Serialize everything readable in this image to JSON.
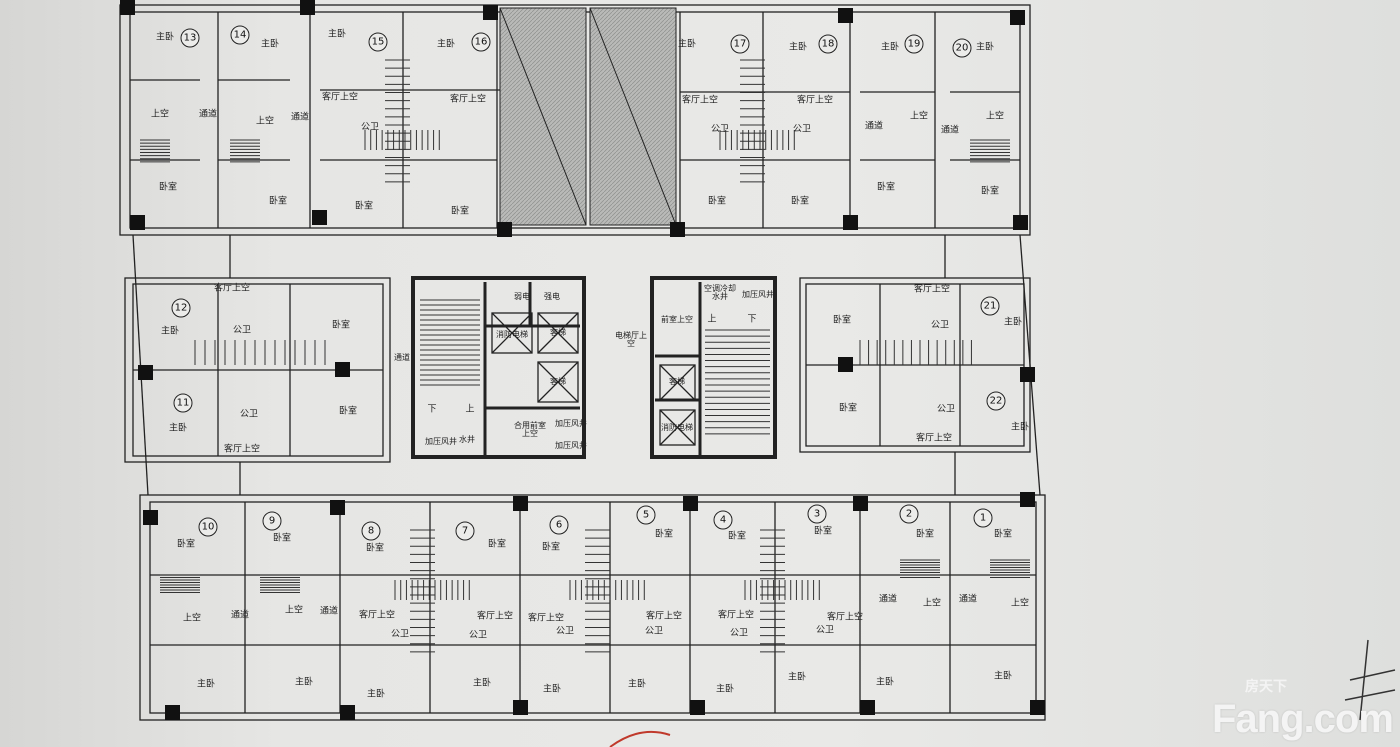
{
  "plan": {
    "units": [
      {
        "number": "13",
        "rooms": [
          "主卧",
          "上空",
          "通道",
          "卧室"
        ]
      },
      {
        "number": "14",
        "rooms": [
          "主卧",
          "上空",
          "通道",
          "卧室"
        ]
      },
      {
        "number": "15",
        "rooms": [
          "主卧",
          "客厅上空",
          "公卫",
          "卧室"
        ]
      },
      {
        "number": "16",
        "rooms": [
          "主卧",
          "客厅上空",
          "卧室"
        ]
      },
      {
        "number": "17",
        "rooms": [
          "主卧",
          "客厅上空",
          "公卫",
          "卧室"
        ]
      },
      {
        "number": "18",
        "rooms": [
          "主卧",
          "客厅上空",
          "公卫",
          "卧室"
        ]
      },
      {
        "number": "19",
        "rooms": [
          "主卧",
          "通道",
          "上空",
          "卧室"
        ]
      },
      {
        "number": "20",
        "rooms": [
          "主卧",
          "通道",
          "上空",
          "卧室"
        ]
      },
      {
        "number": "12",
        "rooms": [
          "主卧",
          "客厅上空",
          "公卫",
          "卧室"
        ]
      },
      {
        "number": "11",
        "rooms": [
          "主卧",
          "公卫",
          "卧室",
          "客厅上空"
        ]
      },
      {
        "number": "21",
        "rooms": [
          "主卧",
          "客厅上空",
          "公卫",
          "卧室"
        ]
      },
      {
        "number": "22",
        "rooms": [
          "主卧",
          "公卫",
          "卧室",
          "客厅上空"
        ]
      },
      {
        "number": "10",
        "rooms": [
          "卧室",
          "上空",
          "主卧"
        ]
      },
      {
        "number": "9",
        "rooms": [
          "卧室",
          "通道",
          "上空",
          "主卧"
        ]
      },
      {
        "number": "8",
        "rooms": [
          "卧室",
          "通道",
          "客厅上空",
          "公卫",
          "主卧"
        ]
      },
      {
        "number": "7",
        "rooms": [
          "卧室",
          "客厅上空",
          "公卫",
          "主卧"
        ]
      },
      {
        "number": "6",
        "rooms": [
          "卧室",
          "客厅上空",
          "公卫",
          "主卧"
        ]
      },
      {
        "number": "5",
        "rooms": [
          "卧室",
          "客厅上空",
          "公卫",
          "主卧"
        ]
      },
      {
        "number": "4",
        "rooms": [
          "卧室",
          "客厅上空",
          "公卫",
          "主卧"
        ]
      },
      {
        "number": "3",
        "rooms": [
          "卧室",
          "客厅上空",
          "公卫",
          "主卧"
        ]
      },
      {
        "number": "2",
        "rooms": [
          "卧室",
          "通道",
          "上空",
          "主卧"
        ]
      },
      {
        "number": "1",
        "rooms": [
          "卧室",
          "通道",
          "上空",
          "主卧"
        ]
      }
    ],
    "core": [
      "弱电",
      "强电",
      "消防电梯",
      "客梯",
      "客梯",
      "合用前室上空",
      "加压风井",
      "水井",
      "加压风井",
      "加压风井",
      "电梯厅上空",
      "前室上空",
      "空调冷却水井",
      "加压风井",
      "客梯",
      "消防电梯",
      "通道"
    ],
    "stair_marks": [
      "上",
      "下"
    ]
  },
  "watermark": {
    "cn": "房天下",
    "en": "Fang.com"
  }
}
